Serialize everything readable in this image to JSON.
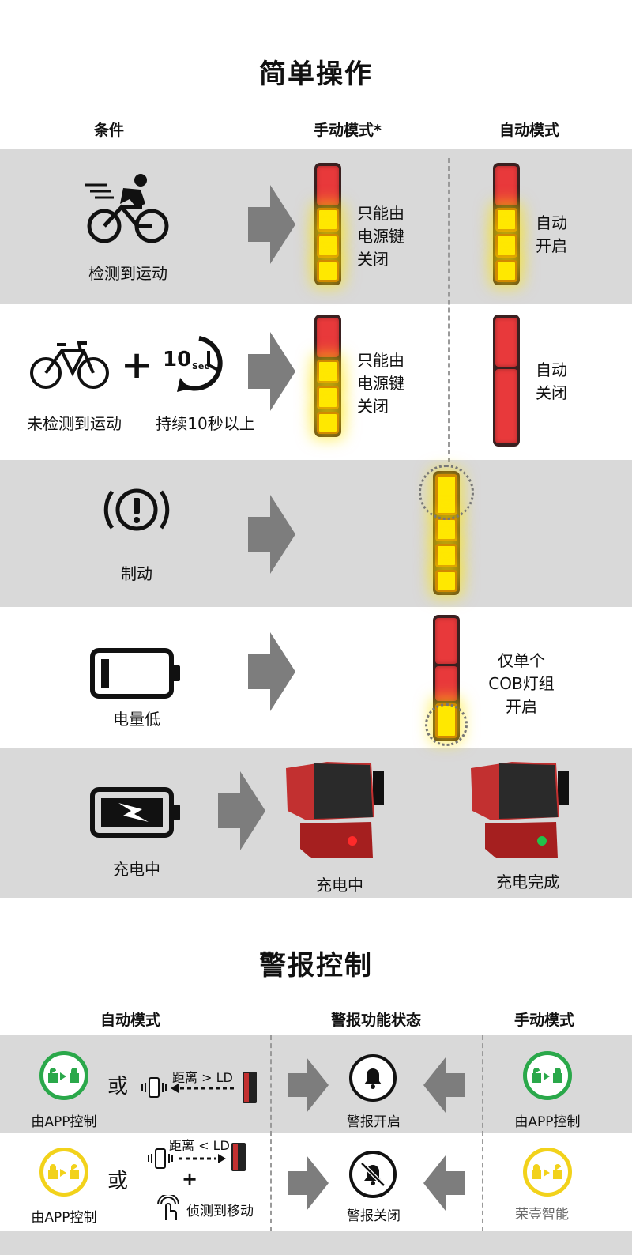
{
  "section1": {
    "title": "简单操作",
    "headers": {
      "condition": "条件",
      "manual": "手动模式*",
      "auto": "自动模式"
    },
    "rows": [
      {
        "condition": "检测到运动",
        "manual_note": [
          "只能由",
          "电源键",
          "关闭"
        ],
        "auto_note": [
          "自动",
          "开启"
        ]
      },
      {
        "condition_a": "未检测到运动",
        "condition_b": "持续10秒以上",
        "timer_text": "10",
        "timer_unit": "Sec",
        "manual_note": [
          "只能由",
          "电源键",
          "关闭"
        ],
        "auto_note": [
          "自动",
          "关闭"
        ]
      },
      {
        "condition": "制动"
      },
      {
        "condition": "电量低",
        "note": [
          "仅单个",
          "COB灯组",
          "开启"
        ]
      },
      {
        "condition": "充电中",
        "manual_label": "充电中",
        "auto_label": "充电完成"
      }
    ]
  },
  "section2": {
    "title": "警报控制",
    "headers": {
      "auto": "自动模式",
      "status": "警报功能状态",
      "manual": "手动模式"
    },
    "rows": [
      {
        "auto_label": "由APP控制",
        "or": "或",
        "distance": "距离 > LD",
        "status": "警报开启",
        "manual_label": "由APP控制"
      },
      {
        "auto_label": "由APP控制",
        "or": "或",
        "distance": "距离 < LD",
        "plus": "+",
        "detect": "侦测到移动",
        "status": "警报关闭"
      }
    ]
  },
  "watermark": "荣壹智能",
  "colors": {
    "gray_band": "#d9d9d9",
    "lamp_red": "#e8393b",
    "lamp_yellow": "#ffe800",
    "green": "#2aa84a",
    "yellow_ring": "#f2d21b"
  }
}
